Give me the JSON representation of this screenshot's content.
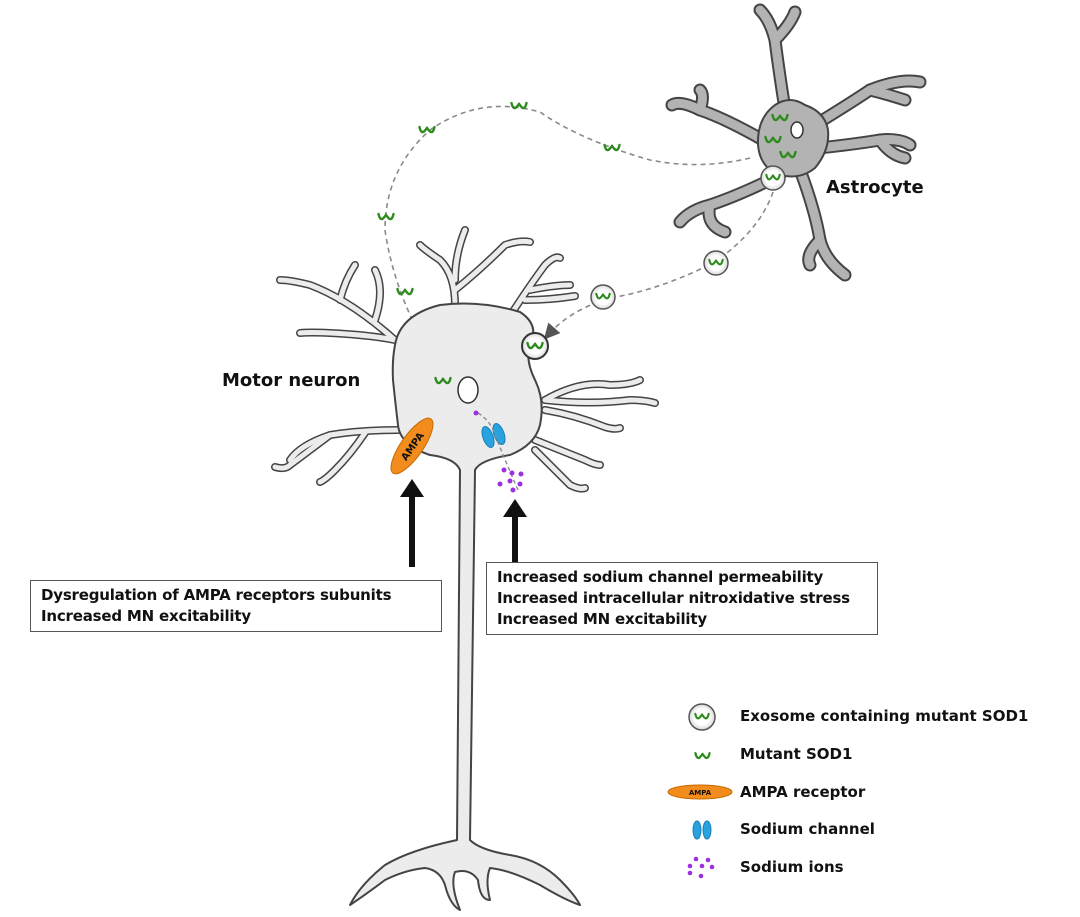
{
  "diagram": {
    "title": "Astrocyte-to-motor-neuron transfer of mutant SOD1",
    "cells": {
      "astrocyte": {
        "label": "Astrocyte"
      },
      "motor_neuron": {
        "label": "Motor neuron"
      }
    },
    "receptor_label": "AMPA",
    "effect_boxes": [
      {
        "id": "ampa-effects",
        "lines": [
          "Dysregulation of AMPA receptors subunits",
          "Increased MN excitability"
        ]
      },
      {
        "id": "sodium-effects",
        "lines": [
          "Increased sodium channel permeability",
          "Increased intracellular nitroxidative stress",
          "Increased MN excitability"
        ]
      }
    ],
    "legend": [
      {
        "icon": "exosome-icon",
        "label": "Exosome containing mutant SOD1"
      },
      {
        "icon": "mutant-sod1-icon",
        "label": "Mutant SOD1"
      },
      {
        "icon": "ampa-receptor-icon",
        "label": "AMPA receptor",
        "icon_text": "AMPA"
      },
      {
        "icon": "sodium-channel-icon",
        "label": "Sodium channel"
      },
      {
        "icon": "sodium-ions-icon",
        "label": "Sodium ions"
      }
    ],
    "colors": {
      "astrocyte_fill": "#b3b3b3",
      "neuron_fill": "#ececec",
      "outline": "#333333",
      "sod1_green": "#2e8b1e",
      "ampa_orange": "#f28c1c",
      "sodium_channel_blue": "#29a3e0",
      "sodium_ion_purple": "#9b30e0",
      "dashed_path": "#8a8a8a"
    }
  }
}
